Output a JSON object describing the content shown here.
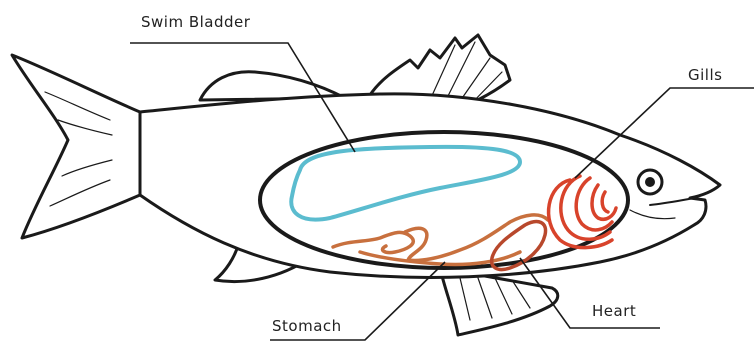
{
  "labels": {
    "swim_bladder": "Swim Bladder",
    "gills": "Gills",
    "heart": "Heart",
    "stomach": "Stomach"
  },
  "colors": {
    "outline": "#1a1a1a",
    "swim_bladder": "#5bbccf",
    "gills": "#d8432b",
    "heart": "#b8482c",
    "stomach": "#c8703e"
  }
}
